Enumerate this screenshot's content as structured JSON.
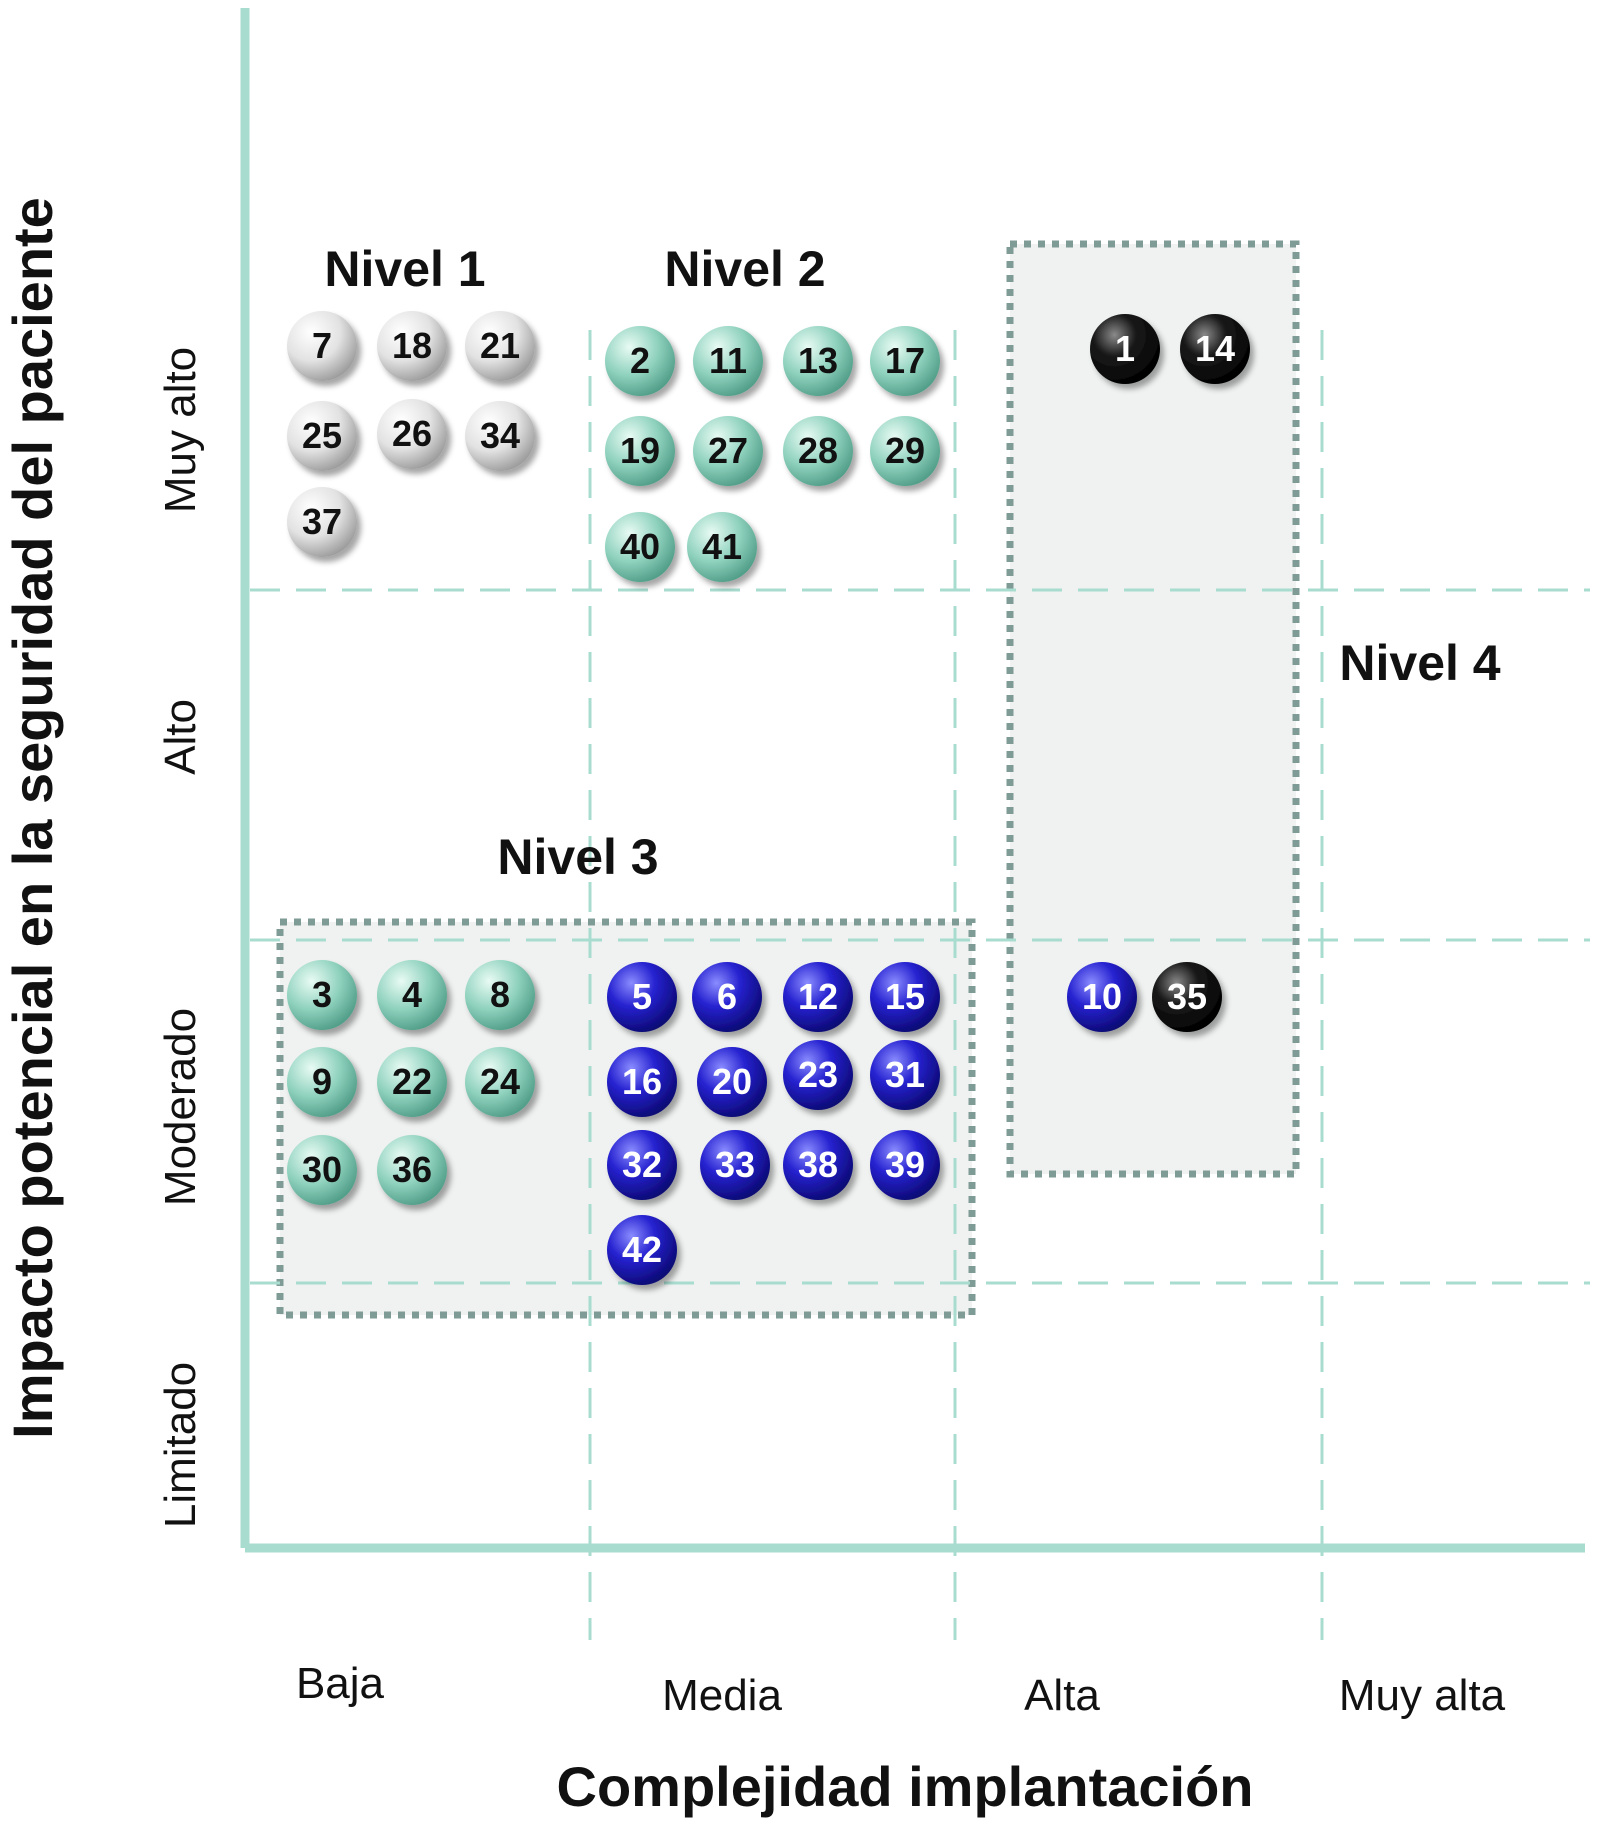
{
  "chart_data": {
    "type": "scatter",
    "xlabel": "Complejidad implantación",
    "ylabel": "Impacto potencial en la seguridad del paciente",
    "x_categories": [
      "Baja",
      "Media",
      "Alta",
      "Muy alta"
    ],
    "y_categories": [
      "Limitado",
      "Moderado",
      "Alto",
      "Muy alto"
    ],
    "legend": "none",
    "grid": true,
    "colors": {
      "white": "#d9d9d9",
      "teal": "#7fc4b2",
      "blue": "#1d1ab8",
      "black": "#111111",
      "grid": "#a8dccf",
      "axis": "#a8dccf",
      "box": "#7f9b95"
    },
    "levels": [
      {
        "label": "Nivel 1"
      },
      {
        "label": "Nivel 2"
      },
      {
        "label": "Nivel 3"
      },
      {
        "label": "Nivel 4"
      }
    ],
    "items": [
      {
        "id": "7",
        "x": "Baja",
        "y": "Muy alto",
        "color": "white"
      },
      {
        "id": "18",
        "x": "Baja",
        "y": "Muy alto",
        "color": "white"
      },
      {
        "id": "21",
        "x": "Baja",
        "y": "Muy alto",
        "color": "white"
      },
      {
        "id": "25",
        "x": "Baja",
        "y": "Muy alto",
        "color": "white"
      },
      {
        "id": "26",
        "x": "Baja",
        "y": "Muy alto",
        "color": "white"
      },
      {
        "id": "34",
        "x": "Baja",
        "y": "Muy alto",
        "color": "white"
      },
      {
        "id": "37",
        "x": "Baja",
        "y": "Muy alto",
        "color": "white"
      },
      {
        "id": "2",
        "x": "Media",
        "y": "Muy alto",
        "color": "teal"
      },
      {
        "id": "11",
        "x": "Media",
        "y": "Muy alto",
        "color": "teal"
      },
      {
        "id": "13",
        "x": "Media",
        "y": "Muy alto",
        "color": "teal"
      },
      {
        "id": "17",
        "x": "Media",
        "y": "Muy alto",
        "color": "teal"
      },
      {
        "id": "19",
        "x": "Media",
        "y": "Muy alto",
        "color": "teal"
      },
      {
        "id": "27",
        "x": "Media",
        "y": "Muy alto",
        "color": "teal"
      },
      {
        "id": "28",
        "x": "Media",
        "y": "Muy alto",
        "color": "teal"
      },
      {
        "id": "29",
        "x": "Media",
        "y": "Muy alto",
        "color": "teal"
      },
      {
        "id": "40",
        "x": "Media",
        "y": "Muy alto",
        "color": "teal"
      },
      {
        "id": "41",
        "x": "Media",
        "y": "Muy alto",
        "color": "teal"
      },
      {
        "id": "1",
        "x": "Alta",
        "y": "Muy alto",
        "color": "black"
      },
      {
        "id": "14",
        "x": "Alta",
        "y": "Muy alto",
        "color": "black"
      },
      {
        "id": "3",
        "x": "Baja",
        "y": "Moderado",
        "color": "teal"
      },
      {
        "id": "4",
        "x": "Baja",
        "y": "Moderado",
        "color": "teal"
      },
      {
        "id": "8",
        "x": "Baja",
        "y": "Moderado",
        "color": "teal"
      },
      {
        "id": "9",
        "x": "Baja",
        "y": "Moderado",
        "color": "teal"
      },
      {
        "id": "22",
        "x": "Baja",
        "y": "Moderado",
        "color": "teal"
      },
      {
        "id": "24",
        "x": "Baja",
        "y": "Moderado",
        "color": "teal"
      },
      {
        "id": "30",
        "x": "Baja",
        "y": "Moderado",
        "color": "teal"
      },
      {
        "id": "36",
        "x": "Baja",
        "y": "Moderado",
        "color": "teal"
      },
      {
        "id": "5",
        "x": "Media",
        "y": "Moderado",
        "color": "blue"
      },
      {
        "id": "6",
        "x": "Media",
        "y": "Moderado",
        "color": "blue"
      },
      {
        "id": "12",
        "x": "Media",
        "y": "Moderado",
        "color": "blue"
      },
      {
        "id": "15",
        "x": "Media",
        "y": "Moderado",
        "color": "blue"
      },
      {
        "id": "16",
        "x": "Media",
        "y": "Moderado",
        "color": "blue"
      },
      {
        "id": "20",
        "x": "Media",
        "y": "Moderado",
        "color": "blue"
      },
      {
        "id": "23",
        "x": "Media",
        "y": "Moderado",
        "color": "blue"
      },
      {
        "id": "31",
        "x": "Media",
        "y": "Moderado",
        "color": "blue"
      },
      {
        "id": "32",
        "x": "Media",
        "y": "Moderado",
        "color": "blue"
      },
      {
        "id": "33",
        "x": "Media",
        "y": "Moderado",
        "color": "blue"
      },
      {
        "id": "38",
        "x": "Media",
        "y": "Moderado",
        "color": "blue"
      },
      {
        "id": "39",
        "x": "Media",
        "y": "Moderado",
        "color": "blue"
      },
      {
        "id": "42",
        "x": "Media",
        "y": "Moderado",
        "color": "blue"
      },
      {
        "id": "10",
        "x": "Alta",
        "y": "Moderado",
        "color": "blue"
      },
      {
        "id": "35",
        "x": "Alta",
        "y": "Moderado",
        "color": "black"
      }
    ]
  }
}
